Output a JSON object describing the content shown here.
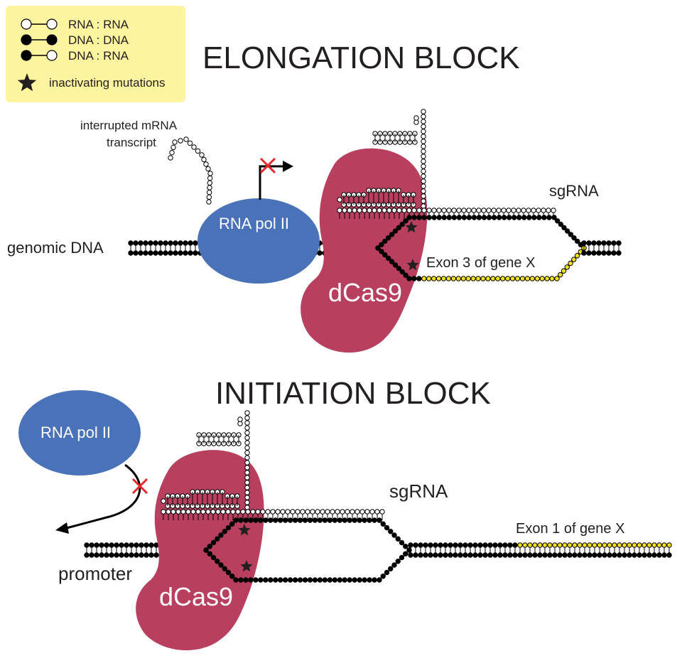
{
  "legend": {
    "items": [
      {
        "label": "RNA : RNA",
        "left_fill": "#ffffff",
        "right_fill": "#ffffff"
      },
      {
        "label": "DNA : DNA",
        "left_fill": "#000000",
        "right_fill": "#000000"
      },
      {
        "label": "DNA : RNA",
        "left_fill": "#000000",
        "right_fill": "#ffffff"
      }
    ],
    "star_label": "inactivating mutations",
    "background": "#fdf4a0"
  },
  "elongation": {
    "title": "ELONGATION BLOCK",
    "transcript_label_line1": "interrupted mRNA",
    "transcript_label_line2": "transcript",
    "polymerase_label": "RNA pol II",
    "dcas9_label": "dCas9",
    "sgrna_label": "sgRNA",
    "dna_label": "genomic DNA",
    "exon_label": "Exon 3 of gene X"
  },
  "initiation": {
    "title": "INITIATION BLOCK",
    "polymerase_label": "RNA pol II",
    "dcas9_label": "dCas9",
    "sgrna_label": "sgRNA",
    "promoter_label": "promoter",
    "exon_label": "Exon 1 of gene X"
  },
  "colors": {
    "polymerase": "#4a72b8",
    "dcas9": "#b8405e",
    "exon": "#f4e21a",
    "block_cross": "#e8282d",
    "dna": "#000000"
  }
}
